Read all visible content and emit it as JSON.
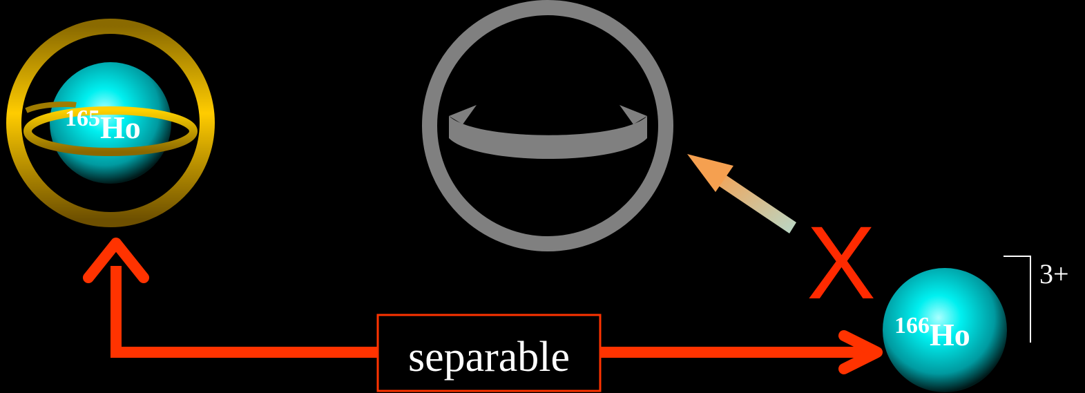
{
  "atoms": {
    "complexed": {
      "mass": "165",
      "symbol": "Ho"
    },
    "free": {
      "mass": "166",
      "symbol": "Ho"
    }
  },
  "separation_label": "separable",
  "blocked_mark": "X",
  "charge_label": "3+",
  "colors": {
    "background": "#000000",
    "ring_gold": "#f0b800",
    "ring_gray": "#808080",
    "atom_cyan": "#00e6e6",
    "arrow_red": "#ff3300",
    "arrow_orange": "#f5a050",
    "arrow_pale": "#b8d8c8"
  }
}
